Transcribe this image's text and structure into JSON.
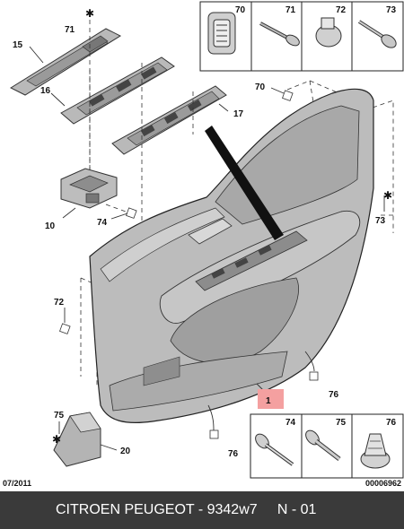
{
  "diagram": {
    "callouts": {
      "c1": "1",
      "c10": "10",
      "c15": "15",
      "c16": "16",
      "c17": "17",
      "c20": "20",
      "c70": "70",
      "c71": "71",
      "c72": "72",
      "c73": "73",
      "c74": "74",
      "c75": "75",
      "c76": "76"
    },
    "legend_top": [
      "70",
      "71",
      "72",
      "73"
    ],
    "legend_bottom": [
      "74",
      "75",
      "76"
    ],
    "date_code": "07/2011",
    "ref_code": "00006962",
    "highlight_color": "#f4a0a0",
    "part_fill_color": "#b9b9b9"
  },
  "footer": {
    "text": "CITROEN PEUGEOT - 9342w7     N - 01",
    "background": "#3a3a3a"
  }
}
